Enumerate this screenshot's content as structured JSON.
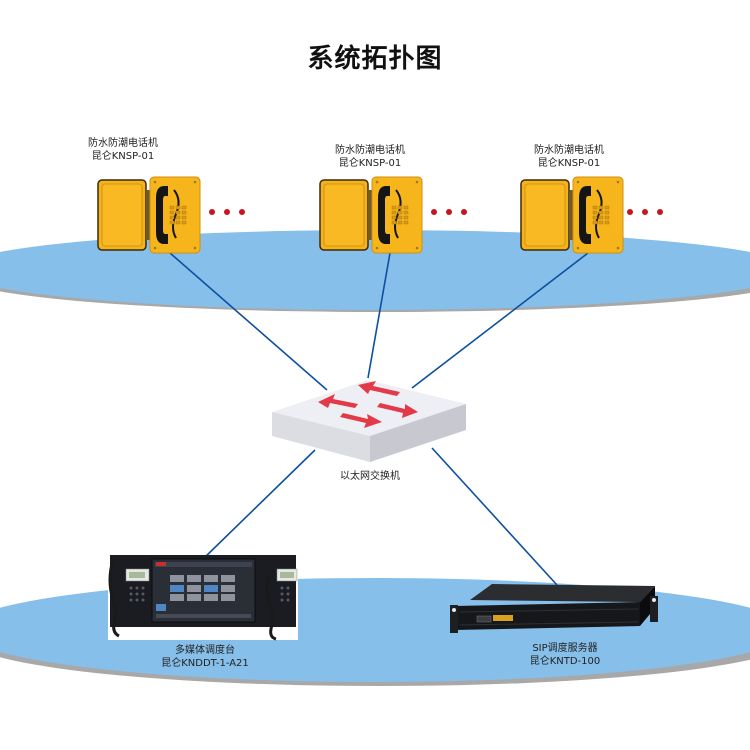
{
  "title": "系统拓扑图",
  "colors": {
    "platform_blue": "#86bfe9",
    "platform_shadow": "#a8a8a8",
    "link_line": "#0d4fa0",
    "phone_yellow": "#f6b21a",
    "switch_arrow": "#e23a48",
    "dots_red": "#c8141e"
  },
  "phones": [
    {
      "name": "防水防潮电话机",
      "model": "昆仑KNSP-01",
      "icon": "waterproof-telephone-icon"
    },
    {
      "name": "防水防潮电话机",
      "model": "昆仑KNSP-01",
      "icon": "waterproof-telephone-icon"
    },
    {
      "name": "防水防潮电话机",
      "model": "昆仑KNSP-01",
      "icon": "waterproof-telephone-icon"
    }
  ],
  "switch": {
    "label": "以太网交换机",
    "icon": "ethernet-switch-icon"
  },
  "console": {
    "name": "多媒体调度台",
    "model": "昆仑KNDDT-1-A21",
    "icon": "dispatch-console-icon"
  },
  "server": {
    "name": "SIP调度服务器",
    "model": "昆仑KNTD-100",
    "icon": "rack-server-icon"
  }
}
